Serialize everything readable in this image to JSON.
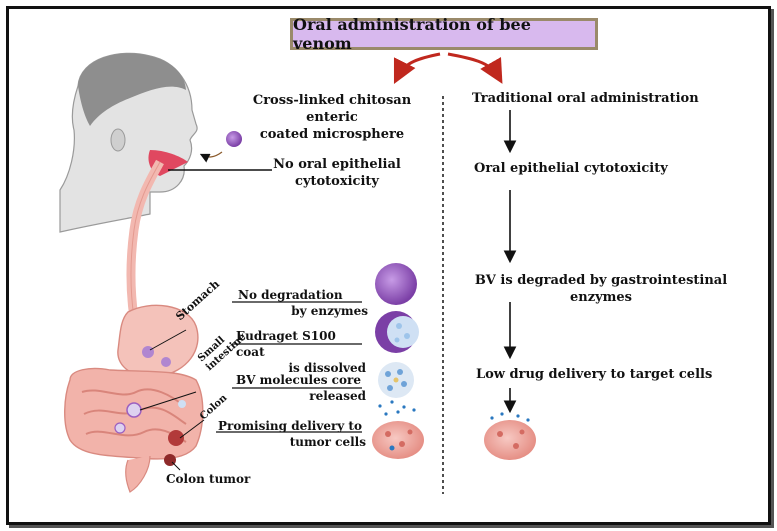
{
  "title": "Oral administration of bee venom",
  "left_branch": {
    "heading_line1": "Cross-linked chitosan enteric",
    "heading_line2": "coated microsphere",
    "mouth_label_line1": "No oral epithelial",
    "mouth_label_line2": "cytotoxicity",
    "organs": {
      "stomach": "Stomach",
      "small_line1": "Small",
      "small_line2": "intestine",
      "colon": "Colon",
      "colon_tumor": "Colon tumor"
    },
    "steps": [
      {
        "line1": "No degradation",
        "line2": "by enzymes"
      },
      {
        "line1": "Eudraget S100 coat",
        "line2": "is dissolved"
      },
      {
        "line1": "BV molecules core",
        "line2": "released"
      },
      {
        "line1": "Promising delivery to",
        "line2": "tumor cells"
      }
    ]
  },
  "right_branch": {
    "steps": [
      {
        "line1": "Traditional oral administration",
        "line2": ""
      },
      {
        "line1": "Oral epithelial cytotoxicity",
        "line2": ""
      },
      {
        "line1": "BV is degraded by gastrointestinal",
        "line2": "enzymes"
      },
      {
        "line1": "Low drug delivery to target cells",
        "line2": ""
      }
    ]
  },
  "colors": {
    "title_fill": "#d8b9ee",
    "arrow_red": "#c0281e",
    "microsphere_purple": "#9b5fc0",
    "tissue_pink": "#f2b8b0"
  }
}
